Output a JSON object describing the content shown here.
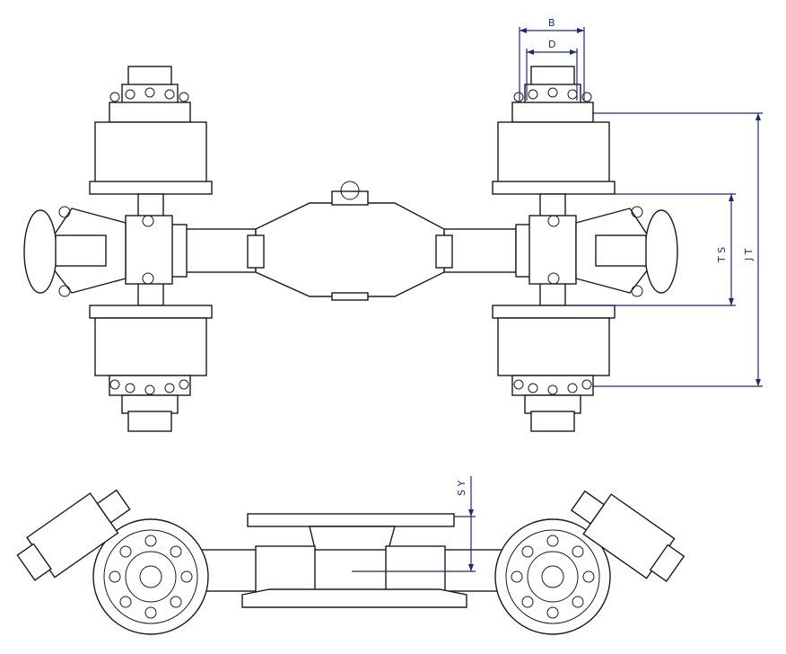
{
  "dimensions": {
    "B": "B",
    "D": "D",
    "JT": "J T",
    "TS": "T S",
    "SY": "S Y"
  },
  "colors": {
    "line": "#1a1a1a",
    "dimension": "#1f2a6b",
    "background": "#ffffff"
  }
}
